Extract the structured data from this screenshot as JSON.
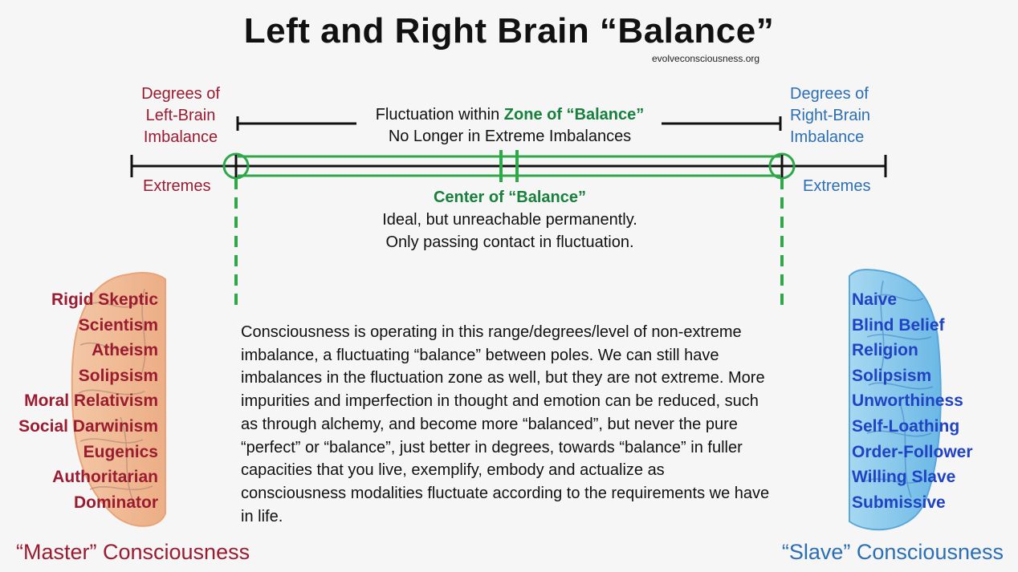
{
  "title": "Left and Right Brain “Balance”",
  "site": "evolveconsciousness.org",
  "left": {
    "degrees_label": [
      "Degrees of",
      "Left-Brain",
      "Imbalance"
    ],
    "extremes_label": "Extremes",
    "traits": [
      "Rigid Skeptic",
      "Scientism",
      "Atheism",
      "Solipsism",
      "Moral Relativism",
      "Social Darwinism",
      "Eugenics",
      "Authoritarian",
      "Dominator"
    ],
    "footer": "“Master” Consciousness"
  },
  "right": {
    "degrees_label": [
      "Degrees of",
      "Right-Brain",
      "Imbalance"
    ],
    "extremes_label": "Extremes",
    "traits": [
      "Naive",
      "Blind Belief",
      "Religion",
      "Solipsism",
      "Unworthiness",
      "Self-Loathing",
      "Order-Follower",
      "Willing Slave",
      "Submissive"
    ],
    "footer": "“Slave” Consciousness"
  },
  "zone": {
    "prefix": "Fluctuation within ",
    "name": "Zone of “Balance”",
    "subtitle": "No Longer in Extreme Imbalances"
  },
  "center": {
    "title": "Center of “Balance”",
    "line1": "Ideal, but unreachable permanently.",
    "line2": "Only passing contact in fluctuation."
  },
  "paragraph": "Consciousness is operating in this range/degrees/level of non-extreme imbalance, a fluctuating “balance” between poles. We can still have imbalances in the fluctuation zone as well, but they are not extreme. More impurities and imperfection in thought and emotion can be reduced, such as through alchemy, and become more “balanced”, but never the pure “perfect” or “balance”, just better in degrees, towards “balance” in fuller capacities that you live, exemplify, embody and actualize as consciousness modalities fluctuate according to the requirements we have in life.",
  "colors": {
    "left": "#9b1b30",
    "right": "#2b6fb5",
    "right_traits": "#1f43c4",
    "balance": "#17803c"
  }
}
